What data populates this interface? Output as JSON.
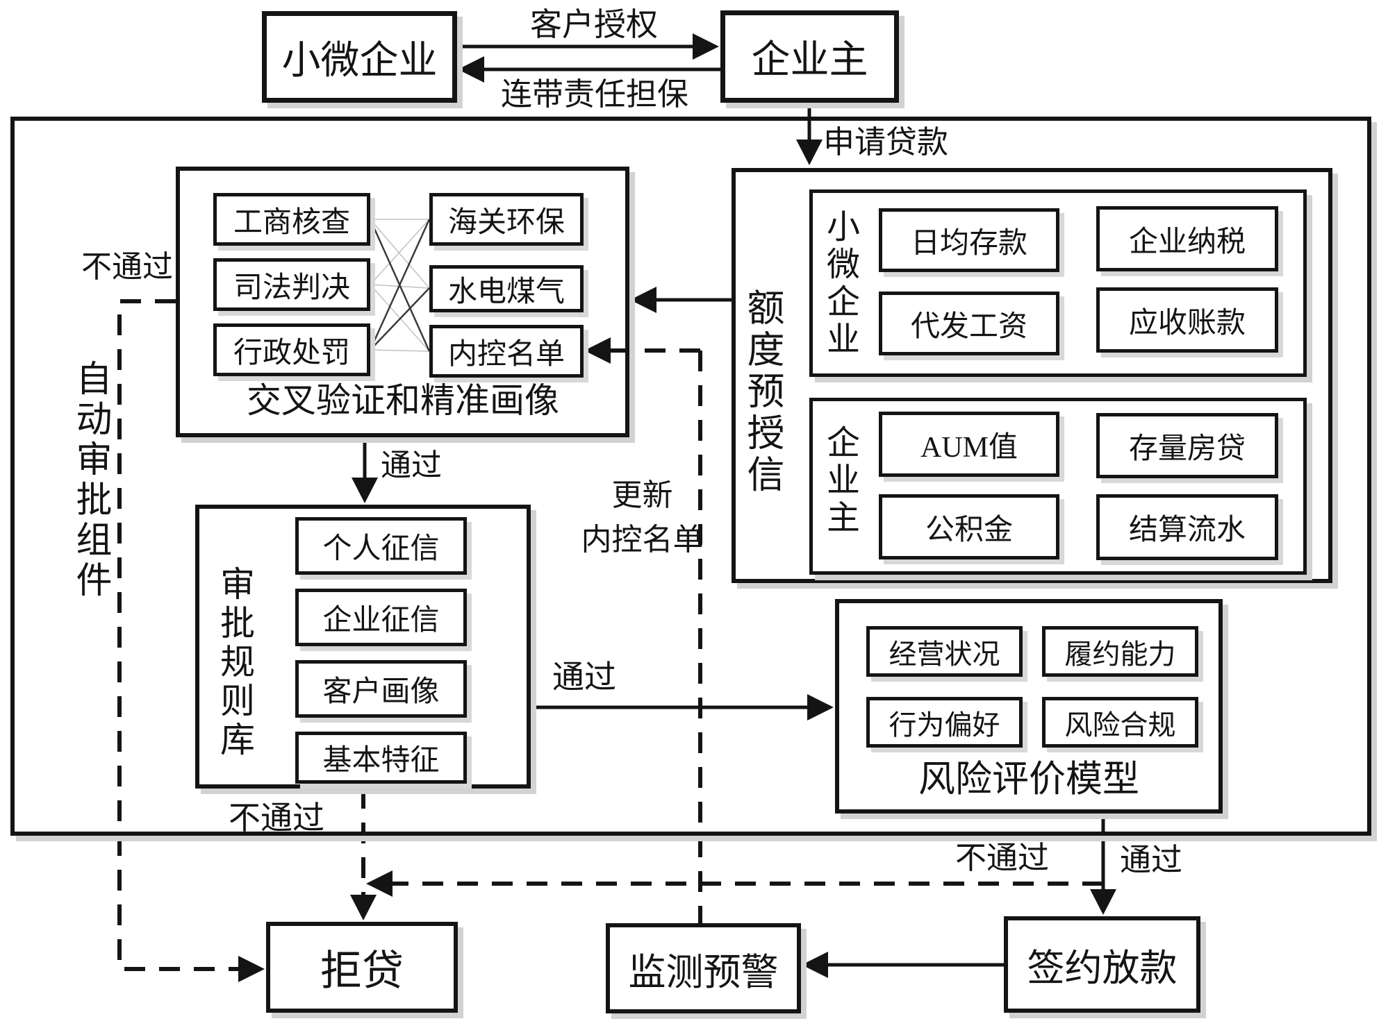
{
  "diagram": {
    "actors": {
      "sme": "小微企业",
      "owner": "企业主"
    },
    "flows": {
      "authorize": "客户授权",
      "guarantee": "连带责任担保",
      "apply": "申请贷款",
      "pass_crossval": "通过",
      "pass_rules": "通过",
      "pass_risk": "通过",
      "fail_crossval": "不通过",
      "fail_rules": "不通过",
      "fail_risk": "不通过",
      "update_line1": "更新",
      "update_line2": "内控名单"
    },
    "outer_label": "自动审批组件",
    "crossval": {
      "caption": "交叉验证和精准画像",
      "left": [
        "工商核查",
        "司法判决",
        "行政处罚"
      ],
      "right": [
        "海关环保",
        "水电煤气",
        "内控名单"
      ]
    },
    "credit": {
      "caption": "额度预授信",
      "sme_group": {
        "label": "小微企业",
        "items": [
          "日均存款",
          "企业纳税",
          "代发工资",
          "应收账款"
        ]
      },
      "owner_group": {
        "label": "企业主",
        "items": [
          "AUM值",
          "存量房贷",
          "公积金",
          "结算流水"
        ]
      }
    },
    "rules": {
      "caption": "审批规则库",
      "items": [
        "个人征信",
        "企业征信",
        "客户画像",
        "基本特征"
      ]
    },
    "risk": {
      "caption": "风险评价模型",
      "items": [
        "经营状况",
        "履约能力",
        "行为偏好",
        "风险合规"
      ]
    },
    "outcomes": {
      "reject": "拒贷",
      "monitor": "监测预警",
      "sign": "签约放款"
    },
    "colors": {
      "line": "#141414",
      "background": "#ffffff",
      "shadow": "#d2d2d2",
      "mesh": "#c2c2c2"
    }
  }
}
